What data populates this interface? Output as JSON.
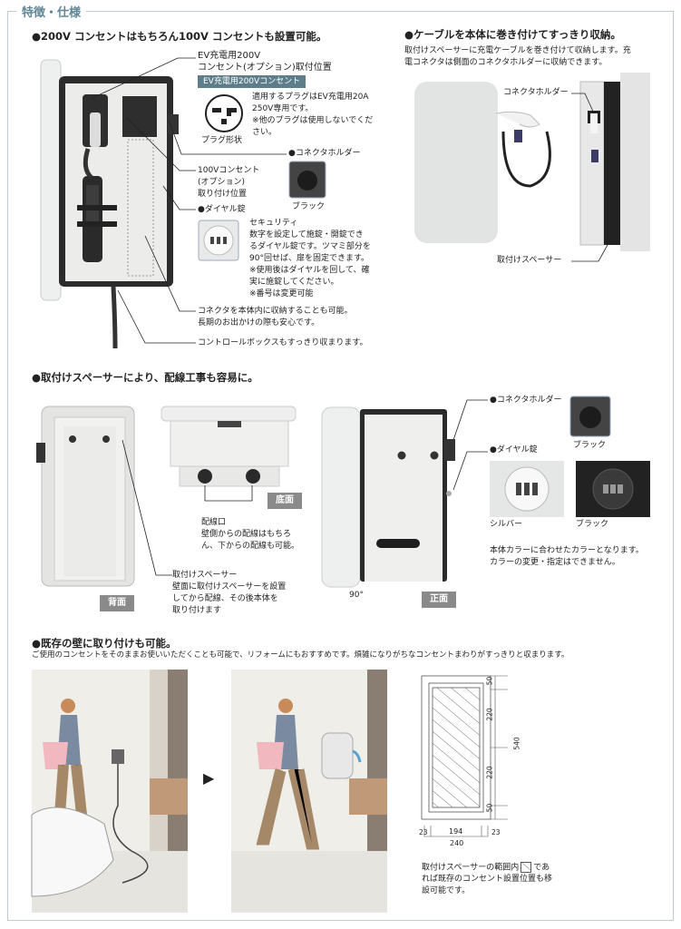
{
  "frame_title": "特徴・仕様",
  "section1": {
    "heading": "●200V コンセントはもちろん100V コンセントも設置可能。",
    "ev_label_1": "EV充電用200V",
    "ev_label_2": "コンセント(オプション)取付位置",
    "ev_badge": "EV充電用200Vコンセント",
    "plug_note": [
      "適用するプラグはEV充電用20A",
      "250V専用です。",
      "※他のプラグは使用しないでくだ",
      "さい。"
    ],
    "plug_caption": "プラグ形状",
    "holder_title": "●コネクタホルダー",
    "holder_color": "ブラック",
    "outlet100": [
      "100Vコンセント",
      "(オプション)",
      "取り付け位置"
    ],
    "dial_title": "●ダイヤル錠",
    "dial_text": [
      "セキュリティ",
      "数字を設定して施錠・開錠でき",
      "るダイヤル錠です。ツマミ部分を",
      "90°回せば、扉を固定できます。",
      "※使用後はダイヤルを回して、確",
      "実に施錠してください。",
      "※番号は変更可能"
    ],
    "connector_store": [
      "コネクタを本体内に収納することも可能。",
      "長期のお出かけの際も安心です。"
    ],
    "control_box": "コントロールボックスもすっきり収まります。"
  },
  "section2": {
    "heading": "●ケーブルを本体に巻き付けてすっきり収納。",
    "desc": [
      "取付けスペーサーに充電ケーブルを巻き付けて収納します。充",
      "電コネクタは側面のコネクタホルダーに収納できます。"
    ],
    "holder_label": "コネクタホルダー",
    "spacer_label": "取付けスペーサー"
  },
  "section3": {
    "heading": "●取付けスペーサーにより、配線工事も容易に。",
    "back_badge": "背面",
    "bottom_badge": "底面",
    "wiring": [
      "配線口",
      "壁側からの配線はもちろ",
      "ん、下からの配線も可能。"
    ],
    "spacer": [
      "取付けスペーサー",
      "壁面に取付けスペーサーを設置",
      "してから配線、その後本体を",
      "取り付けます"
    ],
    "angle": "90°",
    "front_badge": "正面",
    "holder_title": "●コネクタホルダー",
    "holder_color": "ブラック",
    "dial_title": "●ダイヤル錠",
    "dial_silver": "シルバー",
    "dial_black": "ブラック",
    "color_note": [
      "本体カラーに合わせたカラーとなります。",
      "カラーの変更・指定はできません。"
    ]
  },
  "section4": {
    "heading": "●既存の壁に取り付けも可能。",
    "desc": "ご使用のコンセントをそのままお使いいただくことも可能で、リフォームにもおすすめです。煩雑になりがちなコンセントまわりがすっきりと収まります。",
    "arrow": "▶",
    "dims_vertical": [
      "50",
      "220",
      "540",
      "220",
      "50"
    ],
    "dims_horizontal": [
      "23",
      "194",
      "23",
      "240"
    ],
    "caption": [
      "取付けスペーサーの範囲内",
      "であ",
      "れば既存のコンセント設置位置も移",
      "設可能です。"
    ]
  },
  "colors": {
    "accent": "#5f8796",
    "badge": "#8a8a8a",
    "ev_badge": "#5d7d8a",
    "frame": "#bccbd3"
  }
}
